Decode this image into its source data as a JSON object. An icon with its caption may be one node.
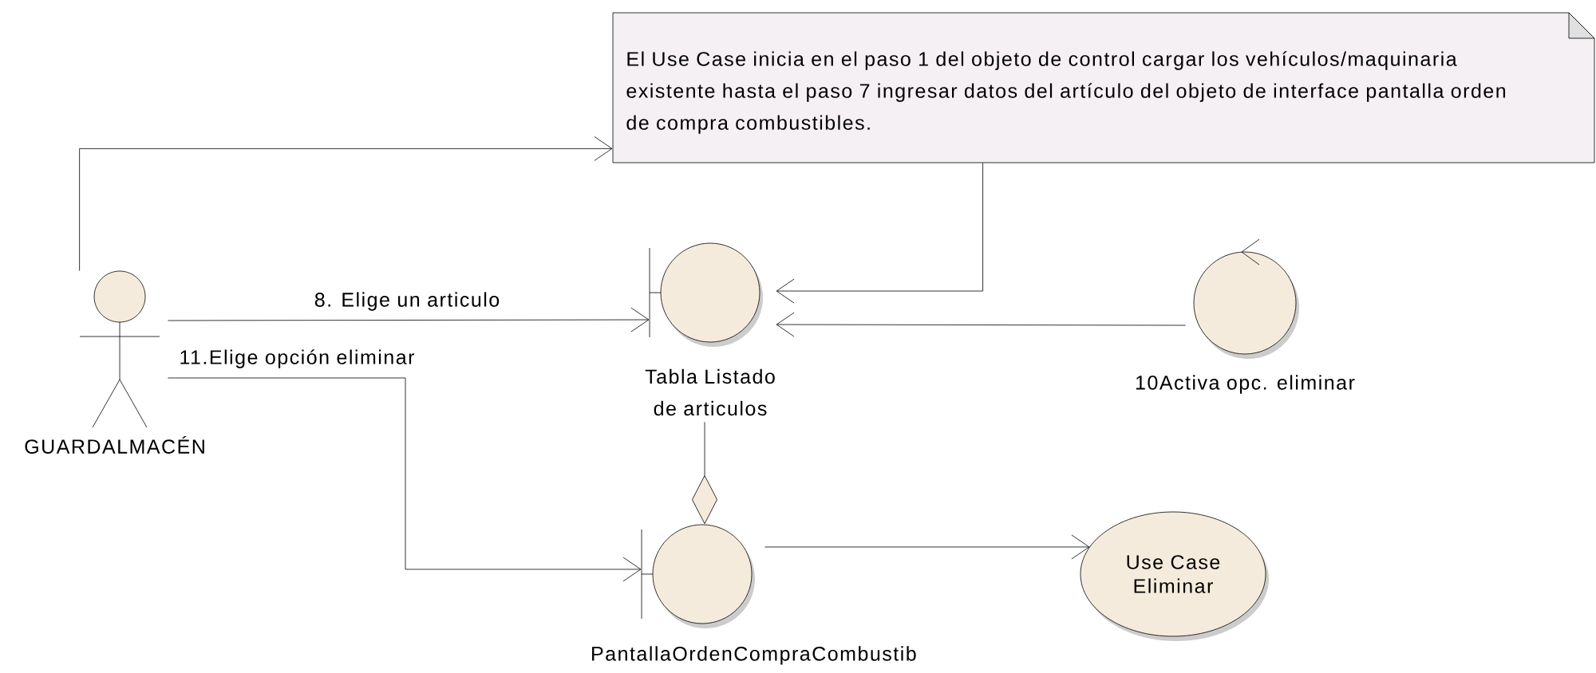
{
  "diagram": {
    "nodes": [
      {
        "text": [
          "GUARDALMACÉN"
        ]
      },
      {
        "text": [
          "El Use Case inicia en el paso 1 del objeto de control cargar los vehículos/maquinaria existente hasta el paso 7 ingresar datos del artículo del objeto de interface pantalla orden de compra combustibles."
        ]
      },
      {
        "text": [
          "Tabla Listado de articulos"
        ]
      },
      {
        "text": [
          "10Activa opc. eliminar"
        ]
      },
      {
        "text": [
          "PantallaOrdenCompraCombustib"
        ]
      },
      {
        "text": [
          "Use Case Eliminar"
        ]
      }
    ],
    "edges": [
      {
        "from": 0,
        "to": 1,
        "arrow": "to"
      },
      {
        "from": 0,
        "to": 2,
        "arrow": "to",
        "label": "8. Elige un articulo"
      },
      {
        "from": 1,
        "to": 2,
        "arrow": "to"
      },
      {
        "from": 3,
        "to": 2,
        "arrow": "to"
      },
      {
        "from": 0,
        "to": 4,
        "arrow": "to",
        "label": "11.Elige opción eliminar"
      },
      {
        "from": 2,
        "to": 4,
        "arrow": "other"
      },
      {
        "from": 4,
        "to": 5,
        "arrow": "to"
      }
    ]
  }
}
